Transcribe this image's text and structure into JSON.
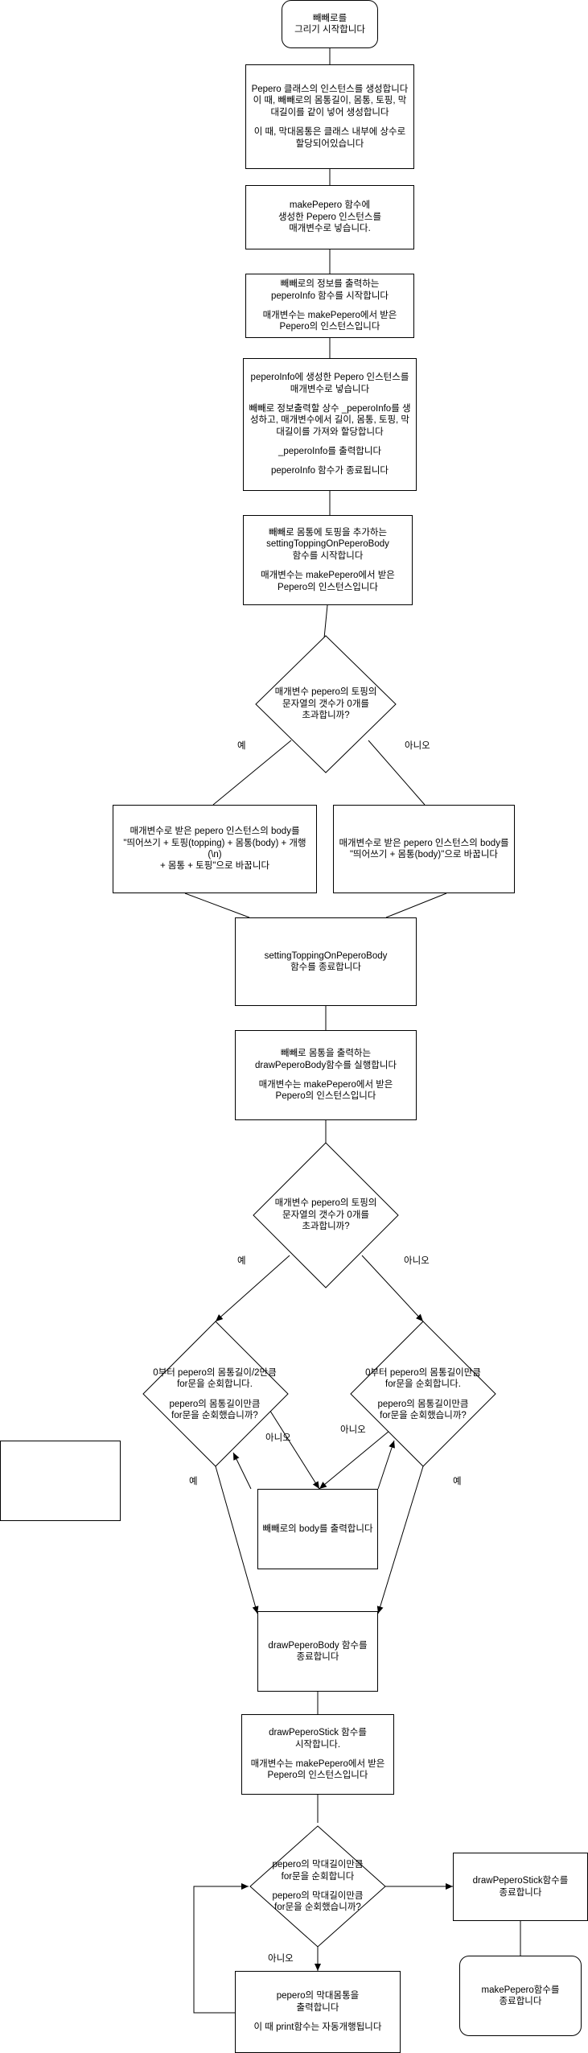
{
  "nodes": {
    "start": [
      "빼빼로를\n그리기 시작합니다"
    ],
    "create_instance": [
      "Pepero 클래스의 인스턴스를 생성합니다\n이 때, 빼빼로의 몸통길이, 몸통, 토핑, 막대길이를 같이 넣어 생성합니다",
      "이 때, 막대몸통은 클래스 내부에 상수로\n할당되어있습니다"
    ],
    "make_pepero": [
      "makePepero 함수에\n생성한 Pepero 인스턴스를\n매개변수로 넣습니다."
    ],
    "pepero_info_start": [
      "빼빼로의 정보를 출력하는\npeperoInfo 함수를 시작합니다",
      "매개변수는 makePepero에서 받은\nPepero의 인스턴스입니다"
    ],
    "pepero_info_body": [
      "peperoInfo에 생성한 Pepero 인스턴스를\n매개변수로 넣습니다",
      "빼빼로 정보출력할 상수 _peperoInfo를 생성하고, 매개변수에서 길이, 몸통, 토핑, 막대길이를 가져와 할당합니다",
      "_peperoInfo를 출력합니다",
      "peperoInfo 함수가 종료됩니다"
    ],
    "setting_topping_start": [
      "빼빼로 몸통에 토핑을 추가하는\nsettingToppingOnPeperoBody\n함수를 시작합니다",
      "매개변수는 makePepero에서 받은\nPepero의 인스턴스입니다"
    ],
    "decision1": [
      "매개변수 pepero의 토핑의\n문자열의 갯수가 0개를\n초과합니까?"
    ],
    "yes_body": [
      "매개변수로 받은 pepero 인스턴스의 body를\n\"띄어쓰기 + 토핑(topping) + 몸통(body) + 개행(\\n)\n+ 몸통 + 토핑\"으로 바꿉니다"
    ],
    "no_body": [
      "매개변수로 받은 pepero 인스턴스의 body를\n\"띄어쓰기 + 몸통(body)\"으로 바꿉니다"
    ],
    "setting_topping_end": [
      "settingToppingOnPeperoBody\n함수를 종료합니다"
    ],
    "draw_body_start": [
      "빼빼로 몸통을 출력하는\ndrawPeperoBody함수를 실행합니다",
      "매개변수는 makePepero에서 받은\nPepero의 인스턴스입니다"
    ],
    "decision2": [
      "매개변수 pepero의 토핑의\n문자열의 갯수가 0개를\n초과합니까?"
    ],
    "loop_left": [
      "0부터 pepero의 몸통길이/2만큼\nfor문을 순회합니다.",
      "pepero의 몸통길이만큼\nfor문을 순회했습니까?"
    ],
    "loop_right": [
      "0부터 pepero의 몸통길이만큼\nfor문을 순회합니다.",
      "pepero의 몸통길이만큼\nfor문을 순회했습니까?"
    ],
    "print_body": [
      "빼빼로의 body를 출력합니다"
    ],
    "draw_body_end": [
      "drawPeperoBody 함수를\n종료합니다"
    ],
    "draw_stick_start": [
      "drawPeperoStick 함수를\n시작합니다.",
      "매개변수는 makePepero에서 받은\nPepero의 인스턴스입니다"
    ],
    "decision3": [
      "pepero의 막대길이만큼\nfor문을 순회합니다",
      "pepero의 막대길이만큼\nfor문을 순회했습니까?"
    ],
    "print_stick": [
      "pepero의 막대몸통을\n출력합니다",
      "이 때 print함수는 자동개행됩니다"
    ],
    "draw_stick_end": [
      "drawPeperoStick함수를\n종료합니다"
    ],
    "make_pepero_end": [
      "makePepero함수를\n종료합니다"
    ]
  },
  "edge_labels": {
    "d1_yes": "예",
    "d1_no": "아니오",
    "d2_yes": "예",
    "d2_no": "아니오",
    "left_yes": "예",
    "left_no": "아니오",
    "right_yes": "예",
    "right_no": "아니오",
    "d3_no": "아니오"
  }
}
